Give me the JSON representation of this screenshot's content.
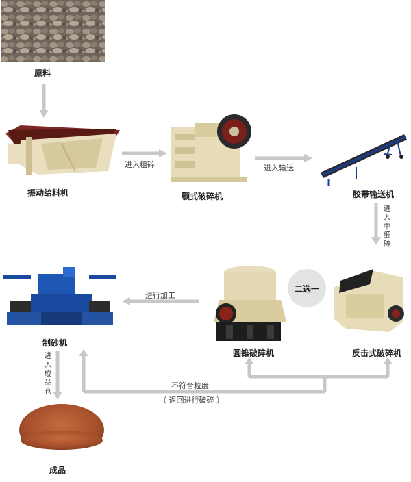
{
  "nodes": {
    "raw": "原料",
    "feeder": "振动给料机",
    "jaw": "颚式破碎机",
    "conveyor": "胶带输送机",
    "cone": "圆锥破碎机",
    "impact": "反击式破碎机",
    "sand": "制砂机",
    "product": "成品"
  },
  "edges": {
    "coarse": "进入粗碎",
    "convey": "进入输送",
    "medium_fine": "进入中细碎",
    "process": "进行加工",
    "to_warehouse": "进入成品仓",
    "unqualified": "不符合粒度",
    "return": "（ 返回进行破碎 ）"
  },
  "badge": "二选一",
  "colors": {
    "arrow": "#c8c8c8",
    "badge_bg": "#e3e3e3"
  }
}
